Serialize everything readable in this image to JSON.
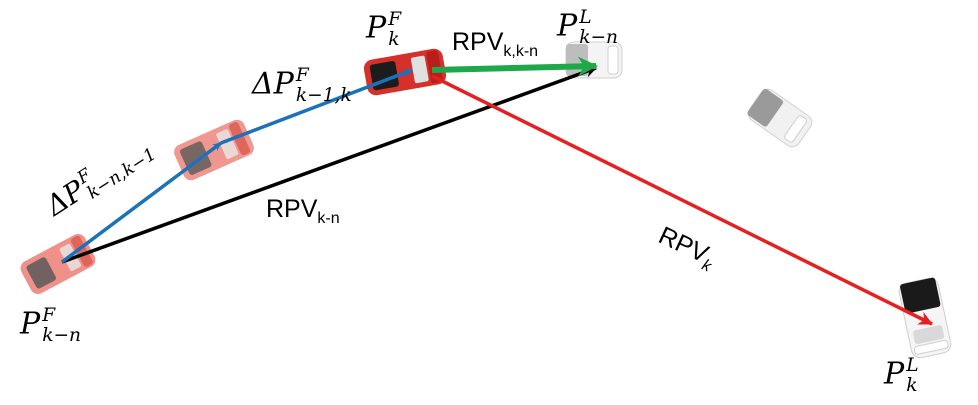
{
  "colors": {
    "follower": "#e8685f",
    "follower_dark": "#c8302a",
    "leader_current": "#1a1a1a",
    "leader_past": "#bfbfbf",
    "arrow_blue": "#1a72bb",
    "arrow_black": "#000000",
    "arrow_green": "#1fa84a",
    "arrow_red": "#e5201f"
  },
  "labels": {
    "pf_k": {
      "base": "P",
      "sup": "F",
      "sub": "k"
    },
    "pl_kn": {
      "base": "P",
      "sup": "L",
      "sub": "k−n"
    },
    "pf_kn": {
      "base": "P",
      "sup": "F",
      "sub": "k−n"
    },
    "pl_k": {
      "base": "P",
      "sup": "L",
      "sub": "k"
    },
    "dp_k1k": {
      "base": "ΔP",
      "sup": "F",
      "sub": "k−1,k"
    },
    "dp_knk1": {
      "base": "ΔP",
      "sup": "F",
      "sub": "k−n,k−1"
    },
    "rpv_kkn": {
      "base": "RPV",
      "sub": "k,k-n"
    },
    "rpv_kn": {
      "base": "RPV",
      "sub": "k-n"
    },
    "rpv_k": {
      "base": "RPV",
      "sub": "k"
    }
  },
  "icons": [
    "follower-car-icon",
    "leader-car-icon"
  ]
}
